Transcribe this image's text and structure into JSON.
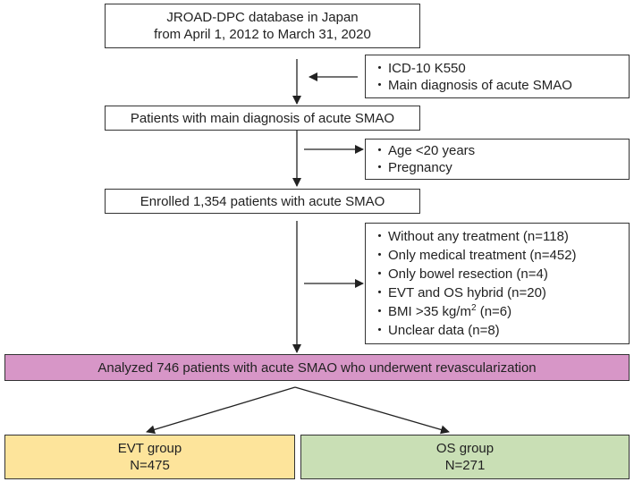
{
  "source": {
    "line1": "JROAD-DPC database in Japan",
    "line2": "from April 1, 2012 to March 31, 2020"
  },
  "exclusion1": {
    "items": [
      "ICD-10 K550",
      "Main diagnosis of acute SMAO"
    ]
  },
  "main_diagnosis": {
    "text": "Patients with main diagnosis of acute SMAO"
  },
  "exclusion2": {
    "items": [
      "Age <20 years",
      "Pregnancy"
    ]
  },
  "enrolled": {
    "text": "Enrolled 1,354 patients with acute SMAO"
  },
  "exclusion3": {
    "items": [
      "Without any treatment (n=118)",
      "Only medical treatment (n=452)",
      "Only bowel resection (n=4)",
      "EVT and OS hybrid (n=20)"
    ],
    "bmi_prefix": "BMI >35 kg/m",
    "bmi_sup": "2",
    "bmi_suffix": " (n=6)",
    "last_item": "Unclear data (n=8)"
  },
  "analyzed": {
    "text": "Analyzed 746 patients with acute SMAO who underwent revascularization",
    "color": "#d796c7"
  },
  "evt_group": {
    "name": "EVT group",
    "count": "N=475",
    "color": "#fde49b"
  },
  "os_group": {
    "name": "OS group",
    "count": "N=271",
    "color": "#c9dfb5"
  }
}
